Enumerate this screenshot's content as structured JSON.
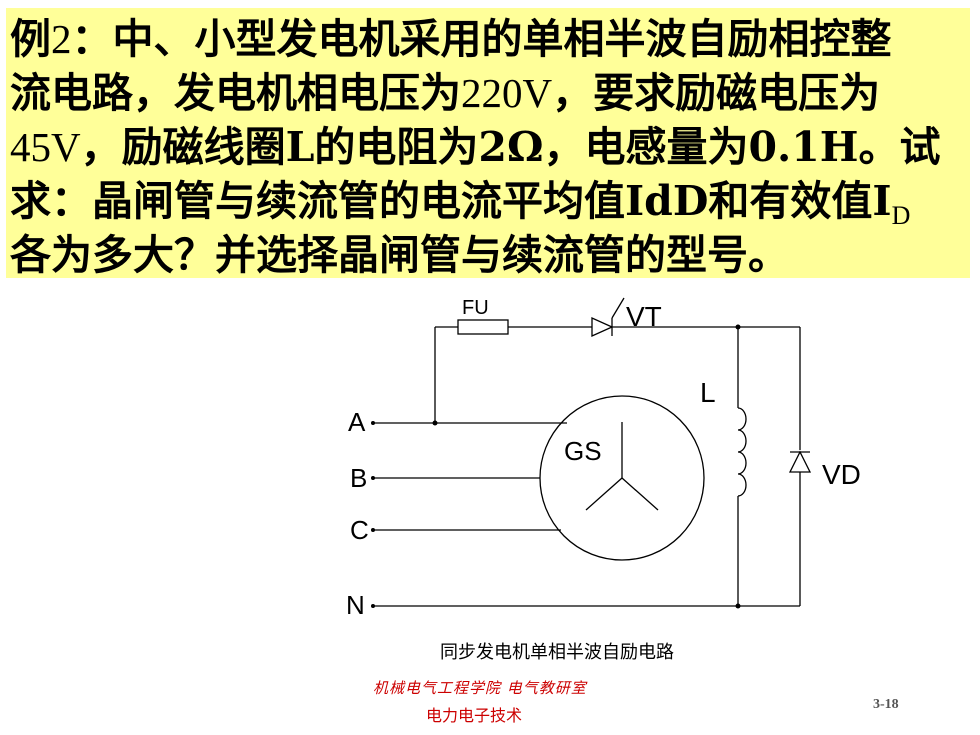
{
  "problem": {
    "lines": [
      [
        "例",
        "2",
        "：中、小型发电机采用的单相半波自励相控整"
      ],
      [
        "流电路，发电机相电压为",
        "220V",
        "，要求励磁电压为"
      ],
      [
        "",
        "45V",
        "，励磁线圈L的电阻为2Ω，电感量为0.1H。试"
      ],
      [
        "求：晶闸管与续流管的电流平均值IdD和有效值I",
        "",
        ""
      ]
    ],
    "line5": "各为多大？并选择晶闸管与续流管的型号。",
    "sub_D": "D"
  },
  "diagram": {
    "labels": {
      "fu": "FU",
      "vt": "VT",
      "l": "L",
      "a": "A",
      "b": "B",
      "c": "C",
      "n": "N",
      "gs": "GS",
      "vd": "VD"
    }
  },
  "caption": "同步发电机单相半波自励电路",
  "footer": {
    "dept": "机械电气工程学院 电气教研室",
    "course": "电力电子技术",
    "page": "3-18"
  },
  "colors": {
    "highlight": "#ffff99",
    "footer_red": "#cc0000"
  }
}
